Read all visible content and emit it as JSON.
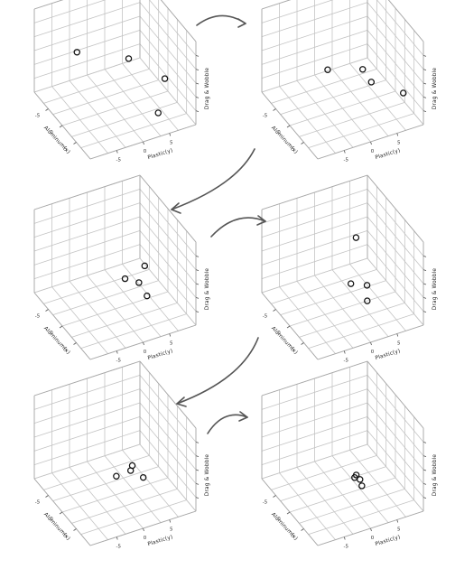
{
  "axis_labels": {
    "x": "Aluminum(x)",
    "y": "Plastic(y)",
    "z": "Drag & Wobble"
  },
  "tick_labels": [
    "-5",
    "0",
    "5"
  ],
  "chart_data": [
    {
      "type": "scatter3d",
      "xlabel": "Aluminum(x)",
      "ylabel": "Plastic(y)",
      "zlabel": "Drag & Wobble",
      "xlim": [
        -7.5,
        7.5
      ],
      "ylim": [
        -7.5,
        7.5
      ],
      "zlim": [
        0,
        1
      ],
      "points": [
        [
          -5.5,
          -2.5,
          0.45
        ],
        [
          2.0,
          6.0,
          0.3
        ],
        [
          -5.8,
          5.0,
          0.15
        ],
        [
          4.0,
          4.0,
          0.05
        ]
      ]
    },
    {
      "type": "scatter3d",
      "xlabel": "Aluminum(x)",
      "ylabel": "Plastic(y)",
      "zlabel": "Drag & Wobble",
      "xlim": [
        -7.5,
        7.5
      ],
      "ylim": [
        -7.5,
        7.5
      ],
      "zlim": [
        0,
        1
      ],
      "points": [
        [
          -4.0,
          0.0,
          0.25
        ],
        [
          -0.8,
          4.5,
          0.15
        ],
        [
          -5.0,
          5.5,
          0.05
        ],
        [
          4.0,
          6.5,
          0.22
        ]
      ]
    },
    {
      "type": "scatter3d",
      "xlabel": "Aluminum(x)",
      "ylabel": "Plastic(y)",
      "zlabel": "Drag & Wobble",
      "xlim": [
        -7.5,
        7.5
      ],
      "ylim": [
        -7.5,
        7.5
      ],
      "zlim": [
        0,
        1
      ],
      "points": [
        [
          -1.5,
          5.0,
          0.3
        ],
        [
          -3.0,
          3.0,
          0.12
        ],
        [
          1.0,
          4.0,
          0.1
        ],
        [
          -4.0,
          5.5,
          -0.05
        ]
      ]
    },
    {
      "type": "scatter3d",
      "xlabel": "Aluminum(x)",
      "ylabel": "Plastic(y)",
      "zlabel": "Drag & Wobble",
      "xlim": [
        -7.5,
        7.5
      ],
      "ylim": [
        -7.5,
        7.5
      ],
      "zlim": [
        0,
        1
      ],
      "points": [
        [
          -3.0,
          3.5,
          0.6
        ],
        [
          -2.5,
          2.5,
          0.1
        ],
        [
          -1.0,
          4.0,
          0.12
        ],
        [
          0.0,
          3.5,
          0.0
        ]
      ]
    },
    {
      "type": "scatter3d",
      "xlabel": "Aluminum(x)",
      "ylabel": "Plastic(y)",
      "zlabel": "Drag & Wobble",
      "xlim": [
        -7.5,
        7.5
      ],
      "ylim": [
        -7.5,
        7.5
      ],
      "zlim": [
        0,
        1
      ],
      "points": [
        [
          -2.0,
          3.5,
          0.15
        ],
        [
          -1.5,
          3.0,
          0.13
        ],
        [
          0.0,
          4.0,
          0.1
        ],
        [
          -2.5,
          1.5,
          0.05
        ]
      ]
    },
    {
      "type": "scatter3d",
      "xlabel": "Aluminum(x)",
      "ylabel": "Plastic(y)",
      "zlabel": "Drag & Wobble",
      "xlim": [
        -7.5,
        7.5
      ],
      "ylim": [
        -7.5,
        7.5
      ],
      "zlim": [
        0,
        1
      ],
      "points": [
        [
          -2.0,
          3.0,
          0.05
        ],
        [
          -1.5,
          2.5,
          0.06
        ],
        [
          -1.0,
          3.0,
          0.05
        ],
        [
          -0.5,
          3.0,
          0.0
        ]
      ]
    }
  ]
}
